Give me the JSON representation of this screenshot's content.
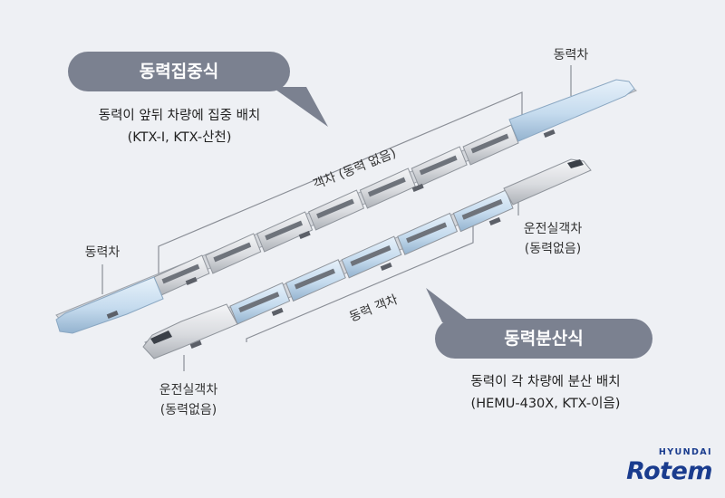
{
  "concentrated": {
    "title": "동력집중식",
    "description": "동력이 앞뒤 차량에 집중 배치",
    "examples": "(KTX-I, KTX-산천)",
    "power_car_top": "동력차",
    "power_car_left": "동력차",
    "passenger_cars": "객차 (동력 없음)"
  },
  "distributed": {
    "title": "동력분산식",
    "description": "동력이 각 차량에 분산 배치",
    "examples": "(HEMU-430X, KTX-이음)",
    "cab_car_right_line1": "운전실객차",
    "cab_car_right_line2": "(동력없음)",
    "cab_car_left_line1": "운전실객차",
    "cab_car_left_line2": "(동력없음)",
    "power_passenger_cars": "동력 객차"
  },
  "logo": {
    "brand_top": "HYUNDAI",
    "brand_main": "Rotem"
  },
  "colors": {
    "background": "#eef0f4",
    "bubble": "#7b8190",
    "power_car": "#c7dcee",
    "passenger_car": "#d7d9dd",
    "logo": "#1a3c8e"
  }
}
